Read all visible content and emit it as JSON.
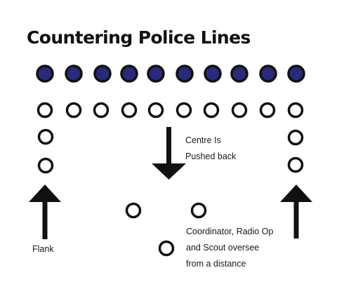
{
  "title": "Countering Police Lines",
  "labels": {
    "centre_line1": "Centre Is",
    "centre_line2": "Pushed back",
    "flank": "Flank",
    "overseers_line1": "Coordinator, Radio Op",
    "overseers_line2": "and Scout oversee",
    "overseers_line3": "from a distance"
  },
  "legend_colors": {
    "police": "#2a2a7a",
    "outline": "#111111",
    "background": "#ffffff"
  },
  "groups": {
    "police_line_count": 10,
    "protester_line_count": 10,
    "flank_left_count": 2,
    "flank_right_count": 2,
    "overseer_count": 3
  },
  "icons": {
    "arrow_down": "arrow-down-icon",
    "arrow_up": "arrow-up-icon"
  }
}
